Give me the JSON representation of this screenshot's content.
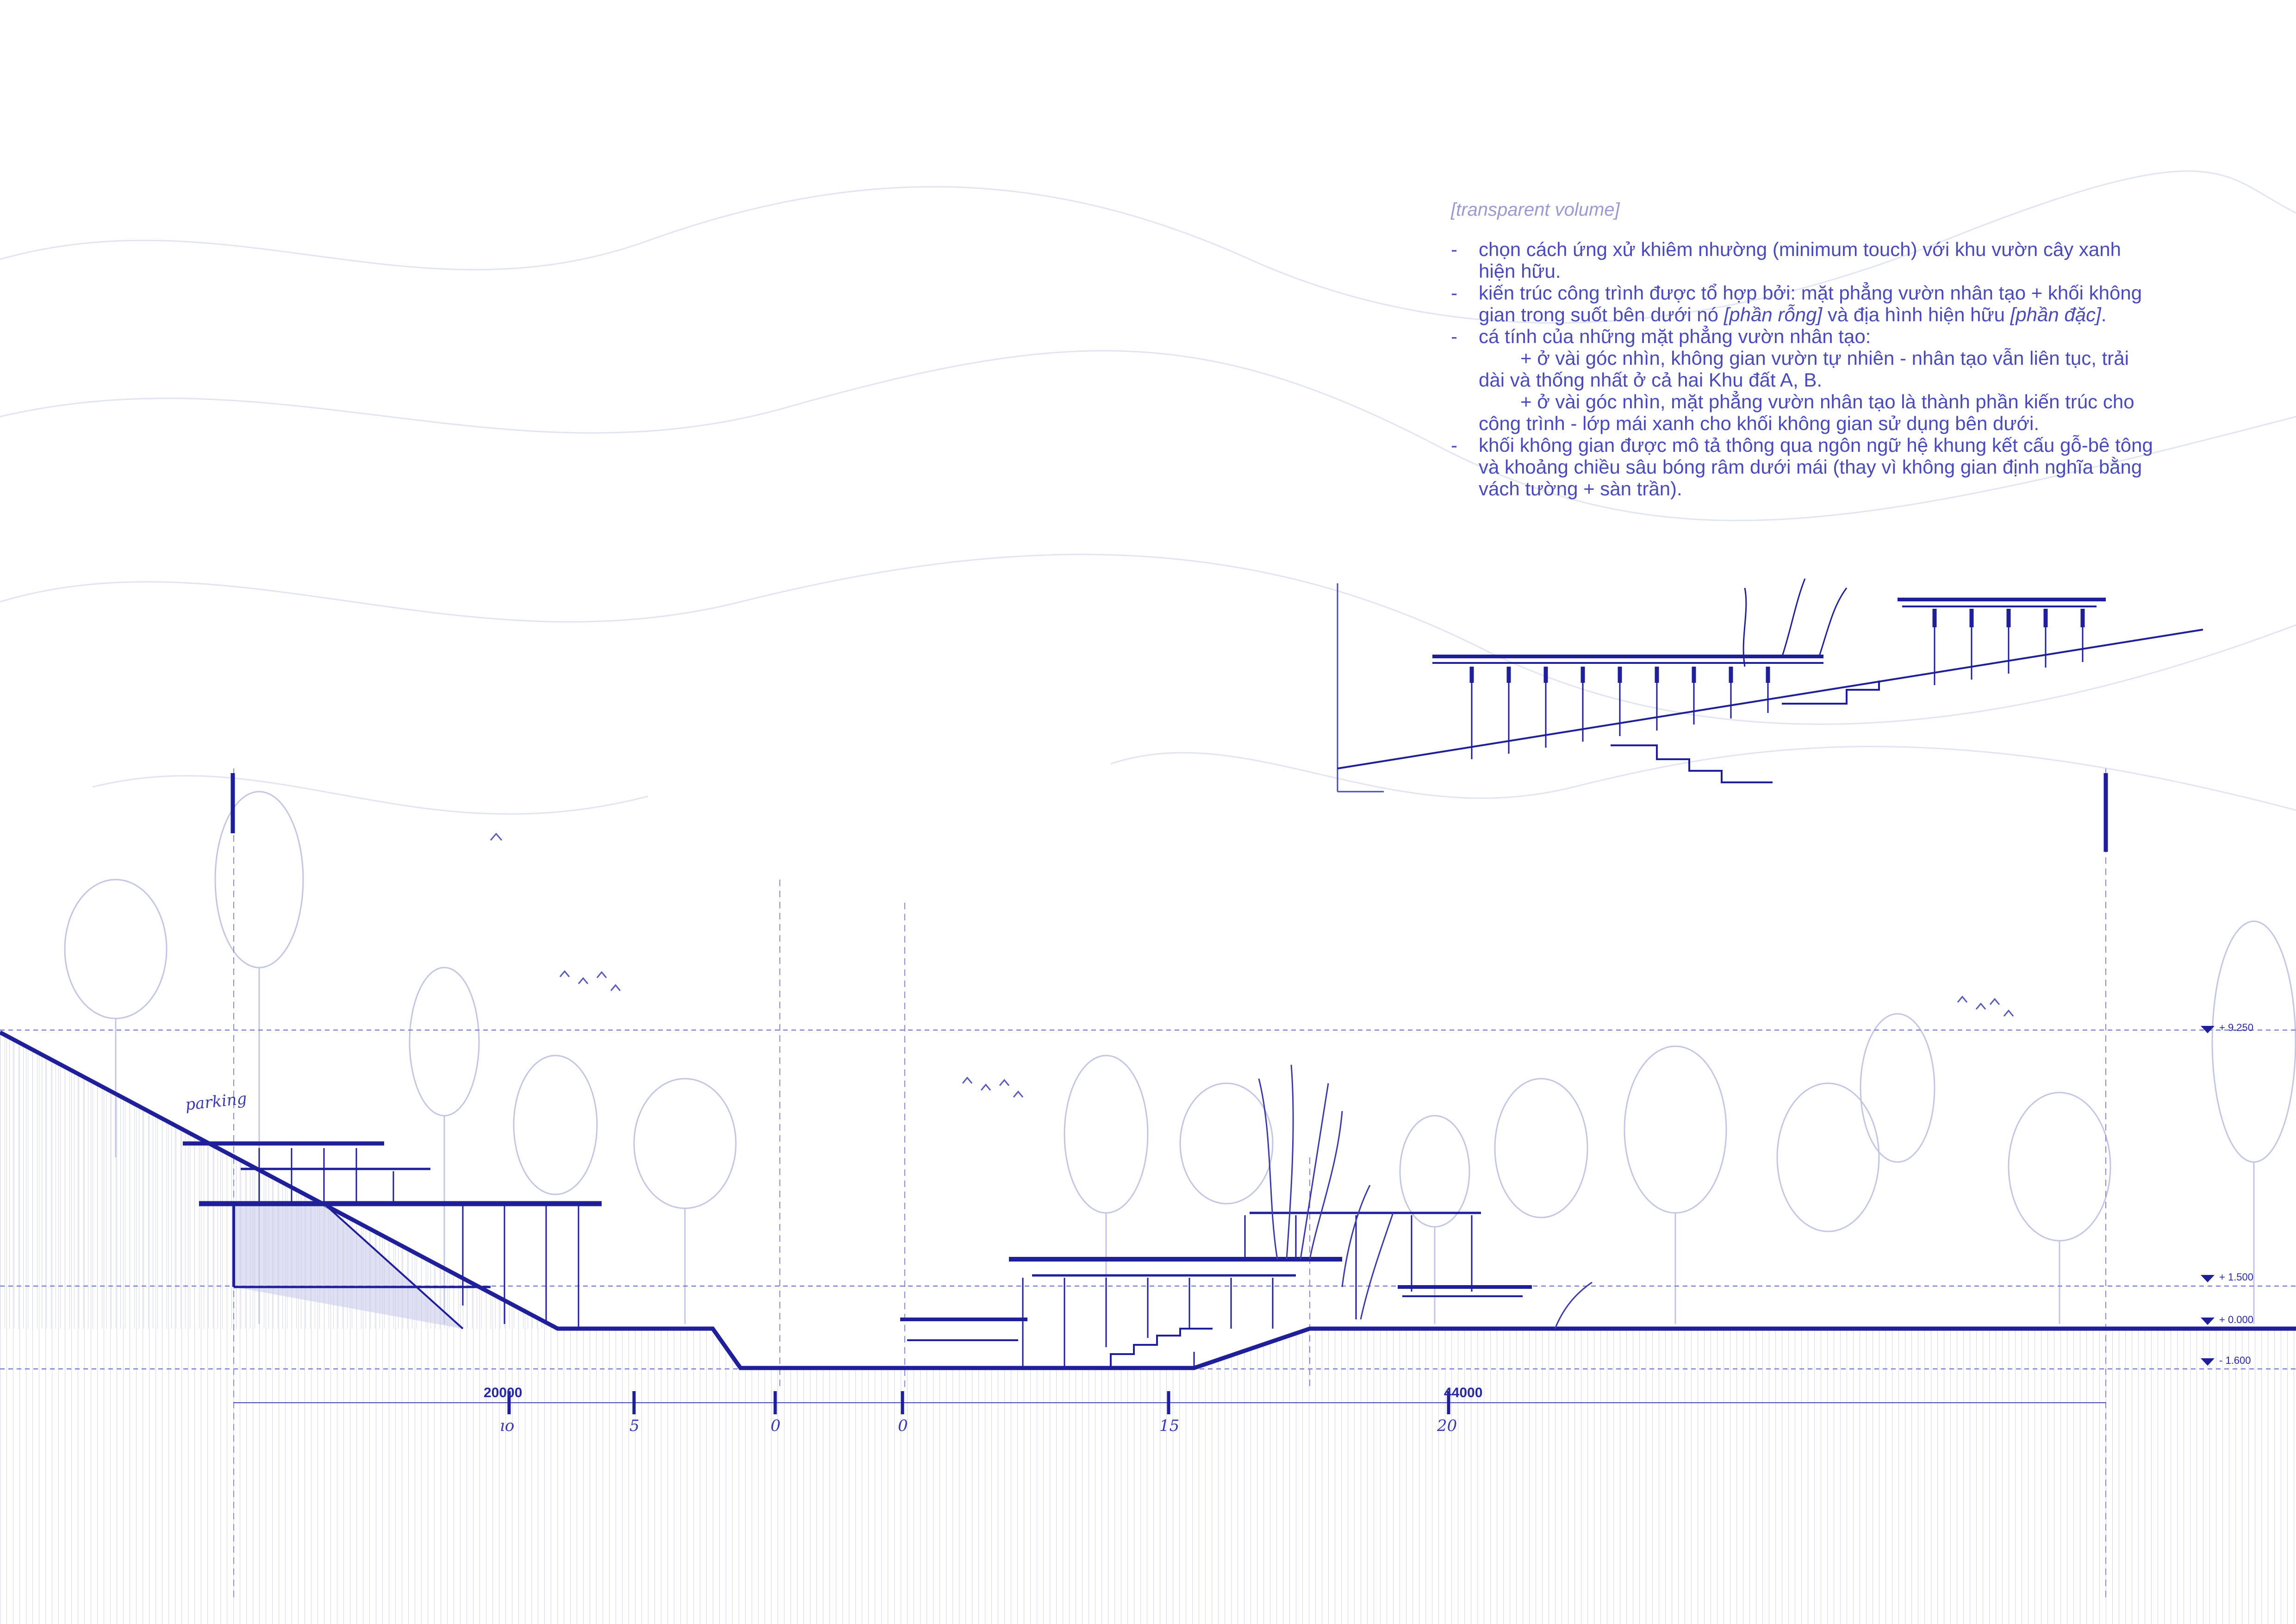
{
  "text_block": {
    "title": "[transparent volume]",
    "p1": "chọn cách ứng xử khiêm nhường (minimum touch) với khu vườn cây xanh hiện hữu.",
    "p2_a": "kiến trúc công trình được tổ hợp bởi: mặt phẳng vườn nhân tạo + khối không gian trong suốt bên dưới nó ",
    "p2_b": "[phần rỗng]",
    "p2_c": " và địa hình hiện hữu ",
    "p2_d": "[phần đặc]",
    "p2_e": ".",
    "p3": "cá tính của những mặt phẳng vườn nhân tạo:",
    "p3_s1": "+ ở vài góc nhìn, không gian vườn tự nhiên - nhân tạo vẫn liên tục, trải dài và thống nhất ở cả hai Khu đất A, B.",
    "p3_s2": "+ ở vài góc nhìn, mặt phẳng vườn nhân tạo là thành phần kiến trúc cho công trình - lớp mái xanh cho khối không gian sử dụng bên dưới.",
    "p4": "khối không gian được mô tả thông qua ngôn ngữ hệ khung kết cấu gỗ-bê tông và khoảng chiều sâu bóng râm dưới mái (thay vì không gian định nghĩa bằng vách tường + sàn trần)."
  },
  "levels": {
    "top": "+ 9.250",
    "mid": "+ 1.500",
    "zero": "+ 0.000",
    "low": "- 1.600"
  },
  "dimensions": {
    "left": "20000",
    "right": "44000"
  },
  "scale_marks": {
    "m0": "ıo",
    "m5": "5",
    "m10": "0",
    "m0b": "0",
    "m15": "15",
    "m20": "20"
  },
  "handwritten": {
    "parking": "parking"
  },
  "colors": {
    "ink": "#1f1f99",
    "ink_light": "#7a7ad0",
    "ink_faint": "#c8cbe6",
    "paper": "#ffffff"
  }
}
